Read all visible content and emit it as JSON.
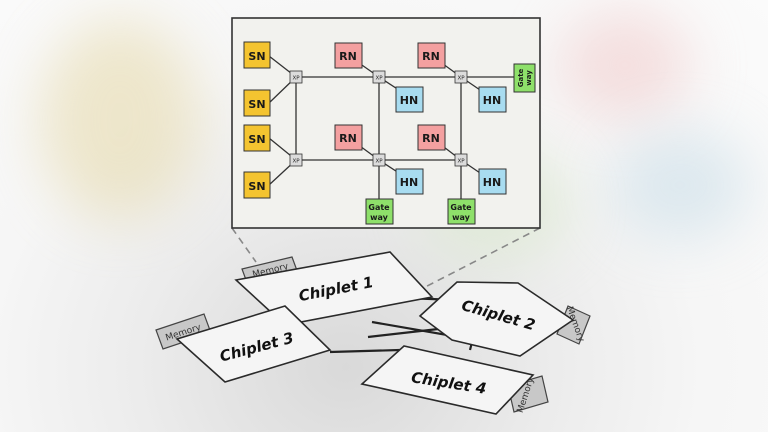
{
  "inset": {
    "sn_label": "SN",
    "rn_label": "RN",
    "hn_label": "HN",
    "xp_label": "XP",
    "gateway_line1": "Gate",
    "gateway_line2": "way",
    "colors": {
      "sn": "#f4c430",
      "rn": "#f4a0a0",
      "hn": "#a8dcf0",
      "gateway": "#8ee06a",
      "xp": "#dcdcdc",
      "panel": "#f2f2ee"
    }
  },
  "chiplets": {
    "c1": "Chiplet 1",
    "c2": "Chiplet 2",
    "c3": "Chiplet 3",
    "c4": "Chiplet 4"
  },
  "memory_label": "Memory"
}
